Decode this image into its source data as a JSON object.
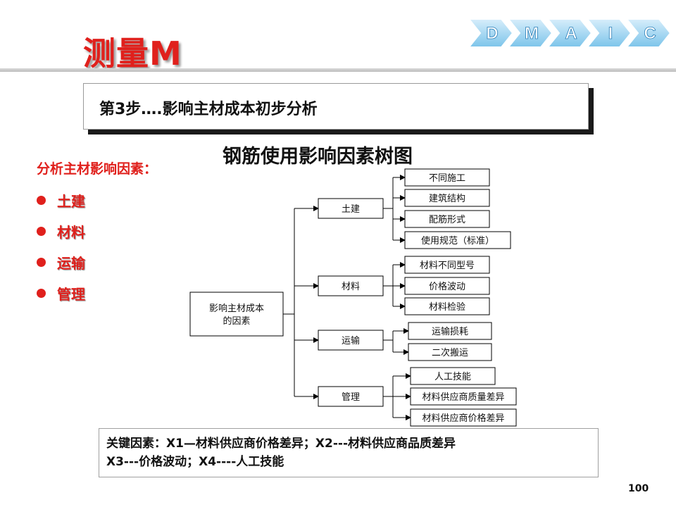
{
  "header": {
    "title": "测量M",
    "dmaic": [
      "D",
      "M",
      "A",
      "I",
      "C"
    ]
  },
  "step": {
    "label": "第3步….影响主材成本初步分析"
  },
  "diagram": {
    "title": "钢筋使用影响因素树图",
    "root": "影响主材成本\n的因素",
    "branches": [
      {
        "label": "土建",
        "children": [
          "不同施工",
          "建筑结构",
          "配筋形式",
          "使用规范（标准）"
        ]
      },
      {
        "label": "材料",
        "children": [
          "材料不同型号",
          "价格波动",
          "材料检验"
        ]
      },
      {
        "label": "运输",
        "children": [
          "运输损耗",
          "二次搬运"
        ]
      },
      {
        "label": "管理",
        "children": [
          "人工技能",
          "材料供应商质量差异",
          "材料供应商价格差异"
        ]
      }
    ]
  },
  "sidebar": {
    "heading": "分析主材影响因素：",
    "items": [
      "土建",
      "材料",
      "运输",
      "管理"
    ]
  },
  "key_factors": {
    "line1": "关键因素：X1—材料供应商价格差异；X2---材料供应商品质差异",
    "line2": "X3---价格波动；X4----人工技能"
  },
  "footer": {
    "page_number": "100"
  }
}
